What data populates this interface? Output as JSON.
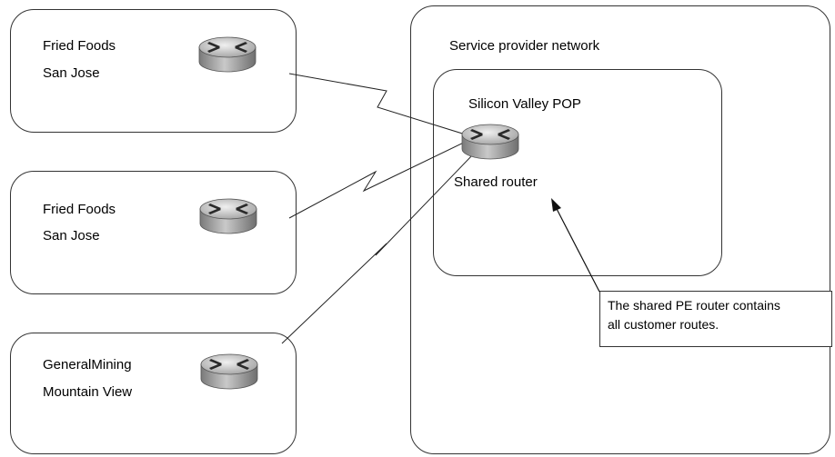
{
  "sites": [
    {
      "name": "Fried Foods",
      "location": "San Jose"
    },
    {
      "name": "Fried Foods",
      "location": "San Jose"
    },
    {
      "name": "GeneralMining",
      "location": "Mountain View"
    }
  ],
  "provider": {
    "title": "Service provider network",
    "pop_label": "Silicon Valley POP",
    "router_label": "Shared router"
  },
  "callout": {
    "line1": "The shared PE router contains",
    "line2": "all customer routes."
  },
  "icons": {
    "router": "router-icon"
  }
}
